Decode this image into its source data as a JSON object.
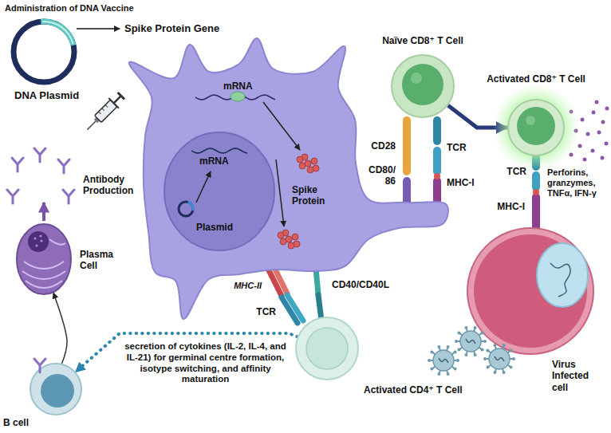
{
  "diagram": {
    "title": "Administration of DNA Vaccine",
    "nodes": [
      {
        "text": [
          "DNA Plasmid"
        ]
      },
      {
        "text": [
          "mRNA",
          "Spike Protein"
        ]
      },
      {
        "text": [
          "mRNA",
          "Plasmid"
        ],
        "in": 1
      },
      {
        "text": [
          "Naïve CD8⁺ T Cell"
        ]
      },
      {
        "text": [
          "Activated CD8⁺ T Cell"
        ]
      },
      {
        "text": [
          "Virus Infected cell"
        ]
      },
      {
        "text": [
          "Activated CD4⁺ T Cell"
        ]
      },
      {
        "text": [
          "Plasma Cell"
        ]
      },
      {
        "text": [
          "B cell"
        ]
      }
    ],
    "edges": [
      {
        "from": 3,
        "to": 4,
        "arrow": "to"
      },
      {
        "from": 6,
        "to": 8,
        "label": "secretion of cytokines (IL-2, IL-4, and IL-21) for germinal centre formation, isotype switching, and affinity maturation",
        "arrow": "to"
      },
      {
        "from": 8,
        "to": 7,
        "arrow": "to"
      }
    ],
    "labels": [
      "Spike Protein Gene",
      "Antibody Production",
      "CD28",
      "TCR",
      "CD80/ 86",
      "MHC-I",
      "TCR",
      "MHC-I",
      "Perforins, granzymes, TNFα, IFN-γ",
      "MHC-II",
      "CD40/CD40L",
      "TCR"
    ]
  }
}
